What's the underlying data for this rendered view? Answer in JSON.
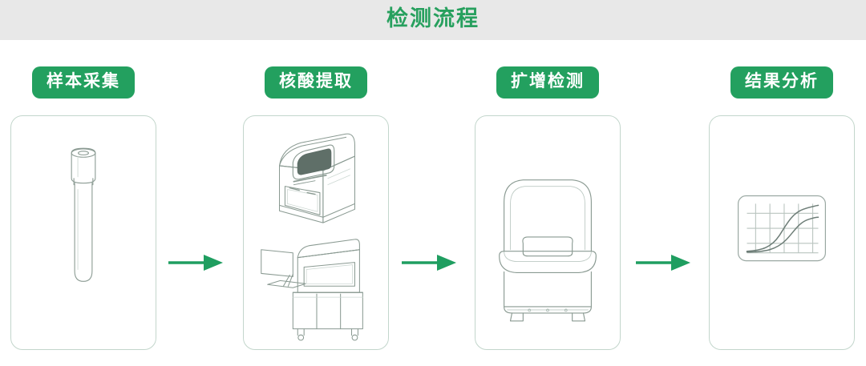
{
  "page": {
    "title": "检测流程",
    "title_color": "#27a05e",
    "header_band_color": "#e8e8e8",
    "background_color": "#ffffff"
  },
  "theme": {
    "badge_green": "#23a05f",
    "arrow_green": "#1f9e60",
    "card_border": "#c3d6cc",
    "line_art": "#8a9a92"
  },
  "steps": [
    {
      "index": "1",
      "label": "样本采集",
      "illustration": "sample-collection-tube-illustration",
      "illustration_items": [
        "swab-tube",
        "tube-cap"
      ]
    },
    {
      "index": "2",
      "label": "核酸提取",
      "illustration": "nucleic-acid-extraction-instruments-illustration",
      "illustration_items": [
        "benchtop-extractor",
        "floor-standing-extractor-with-monitor"
      ]
    },
    {
      "index": "3",
      "label": "扩增检测",
      "illustration": "amplification-detection-instrument-illustration",
      "illustration_items": [
        "pcr-amplifier-dome-unit"
      ]
    },
    {
      "index": "4",
      "label": "结果分析",
      "illustration": "result-analysis-curve-illustration",
      "illustration_items": [
        "amplification-curve-chart"
      ]
    }
  ],
  "arrows": [
    {
      "name": "arrow-step1-to-step2",
      "direction": "right"
    },
    {
      "name": "arrow-step2-to-step3",
      "direction": "right"
    },
    {
      "name": "arrow-step3-to-step4",
      "direction": "right"
    }
  ],
  "chart_data": {
    "type": "line",
    "title": "",
    "xlabel": "",
    "ylabel": "",
    "grid": true,
    "legend": "none",
    "xlim": [
      0,
      40
    ],
    "ylim": [
      0,
      1
    ],
    "x": [
      0,
      5,
      10,
      15,
      20,
      25,
      30,
      35,
      40
    ],
    "series": [
      {
        "name": "curve-1",
        "values": [
          0.02,
          0.04,
          0.09,
          0.22,
          0.45,
          0.66,
          0.79,
          0.86,
          0.89
        ]
      },
      {
        "name": "curve-2",
        "values": [
          0.01,
          0.02,
          0.04,
          0.08,
          0.18,
          0.38,
          0.55,
          0.63,
          0.66
        ]
      }
    ]
  }
}
